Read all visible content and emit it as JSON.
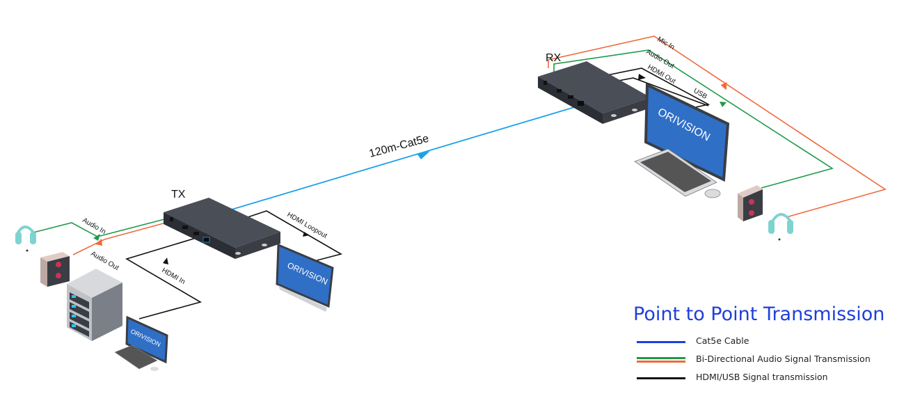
{
  "diagram": {
    "devices": {
      "tx_label": "TX",
      "rx_label": "RX",
      "brand": "ORIVISION"
    },
    "connections": {
      "cat5e_label": "120m-Cat5e",
      "audio_in": "Audio In",
      "audio_out_tx": "Audio Out",
      "hdmi_in": "HDMI In",
      "hdmi_loopout": "HDMI Loopout",
      "mic_in": "Mic In",
      "audio_out_rx": "Audio Out",
      "hdmi_out": "HDMI Out",
      "usb": "USB"
    },
    "title": "Point to Point Transmission",
    "legend": [
      {
        "label": "Cat5e Cable",
        "color": "#1a3fe0"
      },
      {
        "label": "Bi-Directional Audio Signal Transmission",
        "color": "#1e9a4a",
        "color2": "#ee6a3c"
      },
      {
        "label": "HDMI/USB Signal transmission",
        "color": "#111111"
      }
    ],
    "colors": {
      "cat5e": "#1aa1e8",
      "audio_green": "#1e9a4a",
      "audio_orange": "#ee6a3c",
      "signal": "#111111",
      "screen": "#2f6fc6",
      "device": "#3a3d44",
      "headphone": "#7fd3cf",
      "speaker": "#e0ccc7"
    }
  }
}
